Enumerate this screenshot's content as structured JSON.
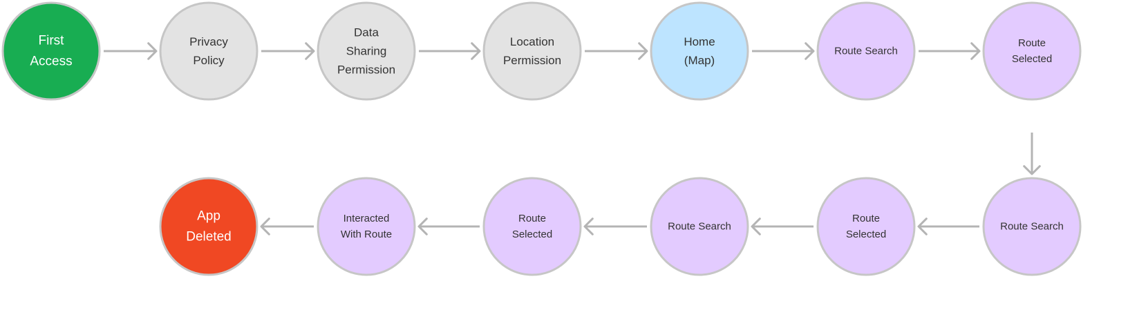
{
  "colors": {
    "start": "#18ad52",
    "setup": "#e3e3e3",
    "home": "#bde4ff",
    "route": "#e3cbff",
    "end": "#f04823",
    "node_stroke": "#c6c6c6",
    "arrow": "#b4b4b4",
    "text_dark": "#333333",
    "text_light": "#ffffff"
  },
  "nodes": [
    {
      "id": "first-access",
      "lines": [
        "First",
        "Access"
      ],
      "kind": "start"
    },
    {
      "id": "privacy-policy",
      "lines": [
        "Privacy",
        "Policy"
      ],
      "kind": "setup"
    },
    {
      "id": "data-sharing-permission",
      "lines": [
        "Data",
        "Sharing",
        "Permission"
      ],
      "kind": "setup"
    },
    {
      "id": "location-permission",
      "lines": [
        "Location",
        "Permission"
      ],
      "kind": "setup"
    },
    {
      "id": "home-map",
      "lines": [
        "Home",
        "(Map)"
      ],
      "kind": "home"
    },
    {
      "id": "route-search-1",
      "lines": [
        "Route Search"
      ],
      "kind": "route"
    },
    {
      "id": "route-selected-1",
      "lines": [
        "Route",
        "Selected"
      ],
      "kind": "route"
    },
    {
      "id": "route-search-2",
      "lines": [
        "Route Search"
      ],
      "kind": "route"
    },
    {
      "id": "route-selected-2",
      "lines": [
        "Route",
        "Selected"
      ],
      "kind": "route"
    },
    {
      "id": "route-search-3",
      "lines": [
        "Route Search"
      ],
      "kind": "route"
    },
    {
      "id": "route-selected-3",
      "lines": [
        "Route",
        "Selected"
      ],
      "kind": "route"
    },
    {
      "id": "interacted-with-route",
      "lines": [
        "Interacted",
        "With Route"
      ],
      "kind": "route"
    },
    {
      "id": "app-deleted",
      "lines": [
        "App",
        "Deleted"
      ],
      "kind": "end"
    }
  ]
}
